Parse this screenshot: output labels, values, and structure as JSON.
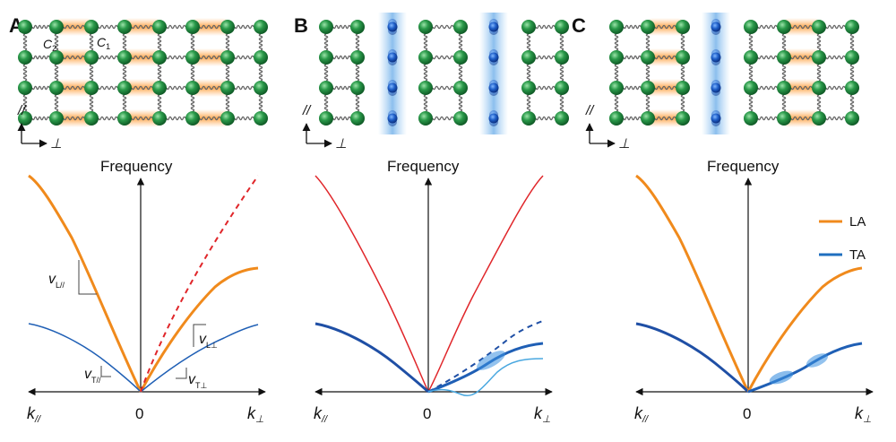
{
  "panels": [
    {
      "letter": "A",
      "freq_label": "Frequency",
      "k_left": "k",
      "k_left_sub": "//",
      "k_right": "k",
      "k_right_sub": "⊥",
      "zero": "0",
      "lattice_dir_par": "//",
      "lattice_dir_perp": "⊥",
      "spring_labels": {
        "c2": "C",
        "c2_sub": "2",
        "c1": "C",
        "c1_sub": "1"
      },
      "velocity_labels": [
        {
          "main": "v",
          "sub": "L//"
        },
        {
          "main": "v",
          "sub": "L⊥"
        },
        {
          "main": "v",
          "sub": "T//"
        },
        {
          "main": "v",
          "sub": "T⊥"
        }
      ]
    },
    {
      "letter": "B",
      "freq_label": "Frequency",
      "k_left": "k",
      "k_left_sub": "//",
      "k_right": "k",
      "k_right_sub": "⊥",
      "zero": "0",
      "lattice_dir_par": "//",
      "lattice_dir_perp": "⊥"
    },
    {
      "letter": "C",
      "freq_label": "Frequency",
      "k_left": "k",
      "k_left_sub": "//",
      "k_right": "k",
      "k_right_sub": "⊥",
      "zero": "0",
      "lattice_dir_par": "//",
      "lattice_dir_perp": "⊥"
    }
  ],
  "legend": [
    {
      "label": "LA",
      "color": "#f08a1c"
    },
    {
      "label": "TA",
      "color": "#1f6fbf"
    }
  ],
  "colors": {
    "la_orange": "#f08a1c",
    "ta_blue": "#1f6fbf",
    "red_branch": "#e0262a",
    "atom_green": "#1e8a3c",
    "orange_glow": "#ffa64d",
    "blue_glow": "#5aa3e6",
    "blue_light": "#4aa8e0"
  }
}
